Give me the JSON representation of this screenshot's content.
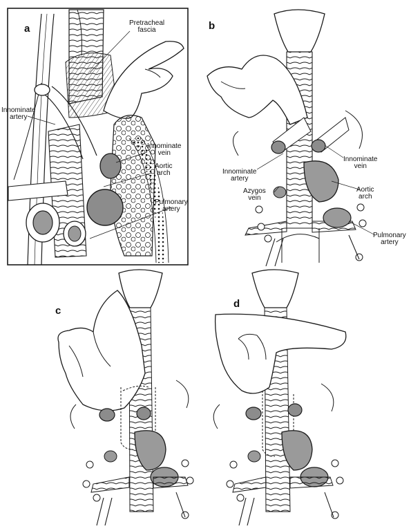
{
  "panels": {
    "a": {
      "letter": "a",
      "labels": {
        "pretracheal_fascia": [
          "Pretracheal",
          "fascia"
        ],
        "innominate_artery": [
          "Innominate",
          "artery"
        ],
        "innominate_vein": [
          "Innominate",
          "vein"
        ],
        "aortic_arch": [
          "Aortic",
          "arch"
        ],
        "pulmonary_artery": [
          "Pulmonary",
          "artery"
        ]
      }
    },
    "b": {
      "letter": "b",
      "labels": {
        "innominate_vein": [
          "Innominate",
          "vein"
        ],
        "innominate_artery": [
          "Innominate",
          "artery"
        ],
        "azygos_vein": [
          "Azygos",
          "vein"
        ],
        "aortic_arch": [
          "Aortic",
          "arch"
        ],
        "pulmonary_artery": [
          "Pulmonary",
          "artery"
        ]
      }
    },
    "c": {
      "letter": "c"
    },
    "d": {
      "letter": "d"
    }
  },
  "colors": {
    "line": "#1a1a1a",
    "vessel_fill": "#9a9a9a",
    "lumen_fill": "#7c7c7c",
    "tissue_fill": "#ffffff"
  }
}
